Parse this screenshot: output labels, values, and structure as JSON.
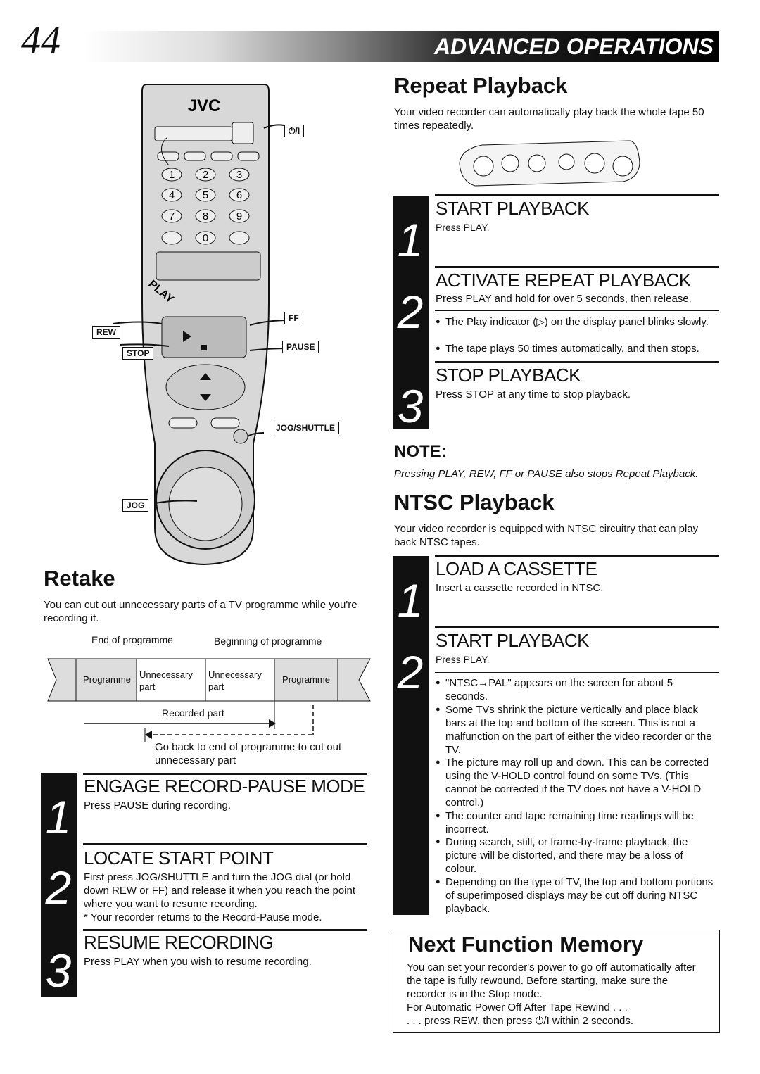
{
  "page_number": "44",
  "header_title": "ADVANCED OPERATIONS (cont.)",
  "remote": {
    "brand": "JVC",
    "labels": {
      "power": "⏻/I",
      "play": "PLAY",
      "ff": "FF",
      "rew": "REW",
      "stop": "STOP",
      "pause": "PAUSE",
      "jog_shuttle": "JOG/SHUTTLE",
      "jog": "JOG"
    },
    "keys": [
      "1",
      "2",
      "3",
      "4",
      "5",
      "6",
      "7",
      "8",
      "9",
      "0"
    ]
  },
  "retake": {
    "title": "Retake",
    "intro": "You can cut out unnecessary parts of a TV programme while you're recording it.",
    "diagram": {
      "end_label": "End of programme",
      "begin_label": "Beginning of programme",
      "cells": [
        "Programme",
        "Unnecessary part",
        "Unnecessary part",
        "Programme"
      ],
      "recorded": "Recorded part",
      "go_back": "Go back to end of programme to cut out unnecessary part"
    },
    "steps": [
      {
        "num": "1",
        "heading": "ENGAGE RECORD-PAUSE MODE",
        "text": "Press PAUSE during recording."
      },
      {
        "num": "2",
        "heading": "LOCATE START POINT",
        "text": "First press JOG/SHUTTLE and turn the JOG dial (or hold down REW or FF) and release it when you reach the point where you want to resume recording.",
        "note": "* Your recorder returns to the Record-Pause mode."
      },
      {
        "num": "3",
        "heading": "RESUME RECORDING",
        "text": "Press PLAY when you wish to resume recording."
      }
    ]
  },
  "repeat": {
    "title": "Repeat Playback",
    "intro": "Your video recorder can automatically play back the whole tape 50 times repeatedly.",
    "steps": [
      {
        "num": "1",
        "heading": "START PLAYBACK",
        "text": "Press PLAY."
      },
      {
        "num": "2",
        "heading": "ACTIVATE REPEAT PLAYBACK",
        "text": "Press PLAY and hold for over 5 seconds, then release.",
        "bullets": [
          "The Play indicator (▷) on the display panel blinks slowly.",
          "The tape plays 50 times automatically, and then stops."
        ]
      },
      {
        "num": "3",
        "heading": "STOP PLAYBACK",
        "text": "Press STOP at any time to stop playback."
      }
    ],
    "note_title": "NOTE:",
    "note_text": "Pressing PLAY, REW, FF or PAUSE also stops Repeat Playback."
  },
  "ntsc": {
    "title": "NTSC Playback",
    "intro": "Your video recorder is equipped with NTSC circuitry that can play back NTSC tapes.",
    "steps": [
      {
        "num": "1",
        "heading": "LOAD A CASSETTE",
        "text": "Insert a cassette recorded in NTSC."
      },
      {
        "num": "2",
        "heading": "START PLAYBACK",
        "text": "Press PLAY."
      }
    ],
    "bullets": [
      "\"NTSC→PAL\" appears on the screen for about 5 seconds.",
      "Some TVs shrink the picture vertically and place black bars at the top and bottom of the screen. This is not a malfunction on the part of either the video recorder or the TV.",
      "The picture may roll up and down. This can be corrected using the V-HOLD control found on some TVs. (This cannot be corrected if the TV does not have a V-HOLD control.)",
      "The counter and tape remaining time readings will be incorrect.",
      "During search, still, or frame-by-frame playback, the picture will be distorted, and there may be a loss of colour.",
      "Depending on the type of TV, the top and bottom portions of superimposed displays may be cut off during NTSC playback."
    ]
  },
  "next_function": {
    "title": "Next Function Memory",
    "text": "You can set your recorder's power to go off automatically after the tape is fully rewound. Before starting, make sure the recorder is in the Stop mode.",
    "line1": "For Automatic Power Off After Tape Rewind . . .",
    "line2": ". . . press REW, then press ⏻/I within 2 seconds."
  }
}
